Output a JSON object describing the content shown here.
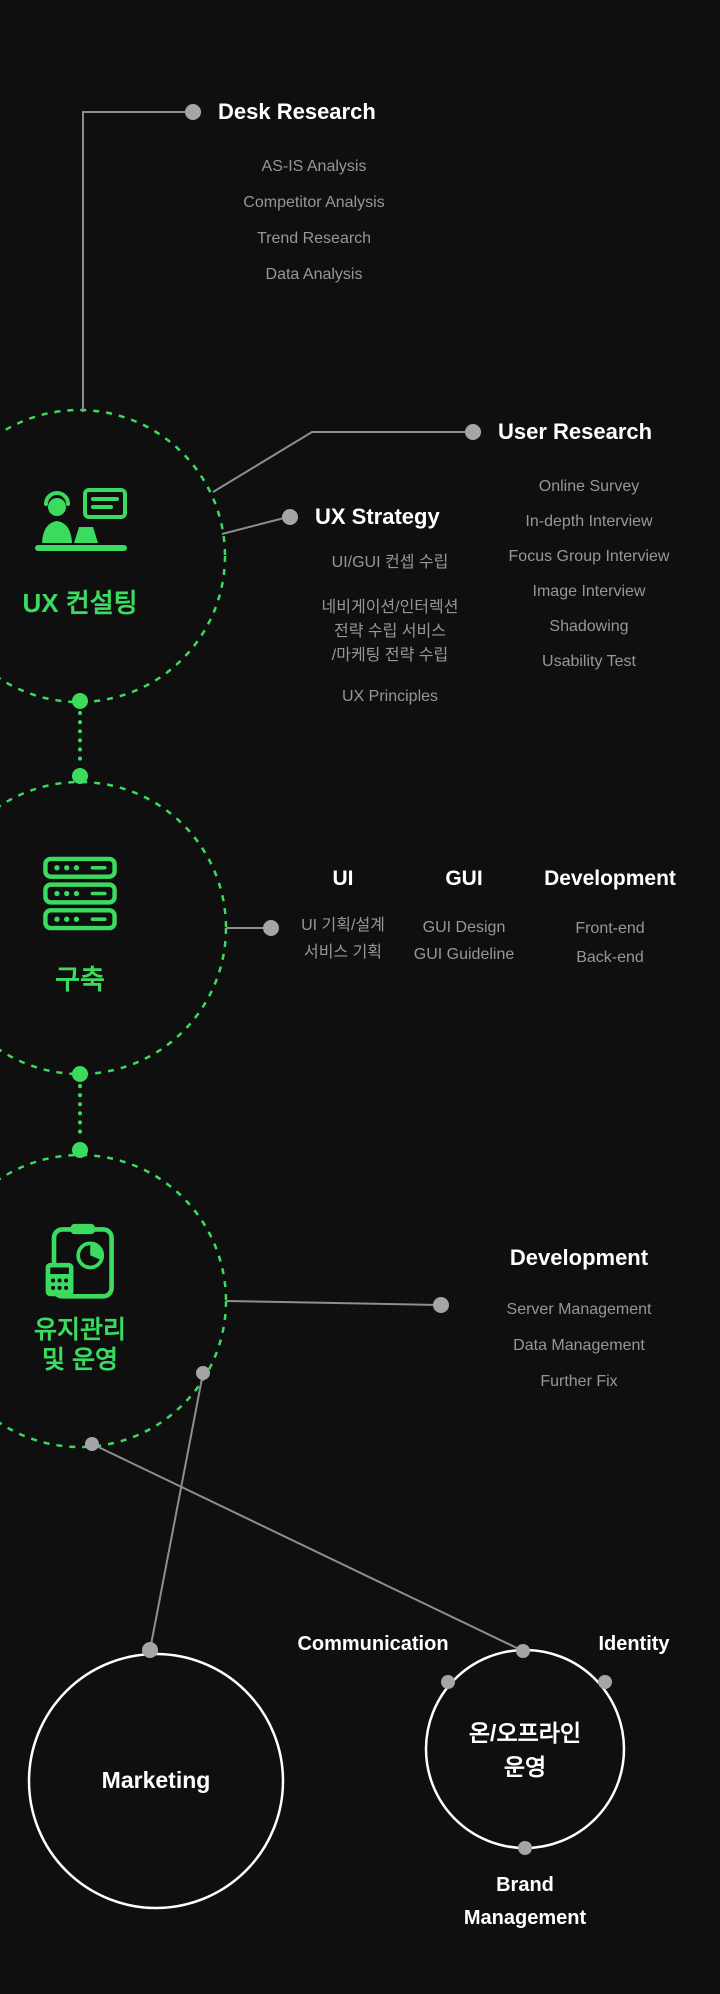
{
  "colors": {
    "bg": "#0f0f0f",
    "green": "#3bdb60",
    "gray_text": "#94989b",
    "line": "#8c8e90",
    "dot": "#a3a5a7",
    "white": "#ffffff"
  },
  "desk_research": {
    "title": "Desk Research",
    "items": [
      "AS-IS Analysis",
      "Competitor Analysis",
      "Trend Research",
      "Data Analysis"
    ]
  },
  "ux_consulting": {
    "label": "UX 컨설팅",
    "icon": "ux-consultant-icon"
  },
  "user_research": {
    "title": "User Research",
    "items": [
      "Online Survey",
      "In-depth Interview",
      "Focus Group Interview",
      "Image Interview",
      "Shadowing",
      "Usability Test"
    ]
  },
  "ux_strategy": {
    "title": "UX Strategy",
    "items": [
      "UI/GUI 컨셉 수립",
      "네비게이션/인터렉션",
      "전략 수립 서비스",
      "/마케팅 전략 수립",
      "UX Principles"
    ]
  },
  "build": {
    "label": "구축",
    "icon": "server-stack-icon"
  },
  "build_columns": [
    {
      "header": "UI",
      "items": [
        "UI 기획/설계",
        "서비스 기획"
      ]
    },
    {
      "header": "GUI",
      "items": [
        "GUI Design",
        "GUI Guideline"
      ]
    },
    {
      "header": "Development",
      "items": [
        "Front-end",
        "Back-end"
      ]
    }
  ],
  "maintenance": {
    "label_line1": "유지관리",
    "label_line2": "및 운영",
    "icon": "clipboard-chart-calculator-icon"
  },
  "development": {
    "title": "Development",
    "items": [
      "Server Management",
      "Data Management",
      "Further Fix"
    ]
  },
  "marketing": {
    "label": "Marketing"
  },
  "onoffline": {
    "label_line1": "온/오프라인",
    "label_line2": "운영",
    "satellites": {
      "top_left": "Communication",
      "top_right": "Identity",
      "bottom": "Brand Management"
    }
  }
}
